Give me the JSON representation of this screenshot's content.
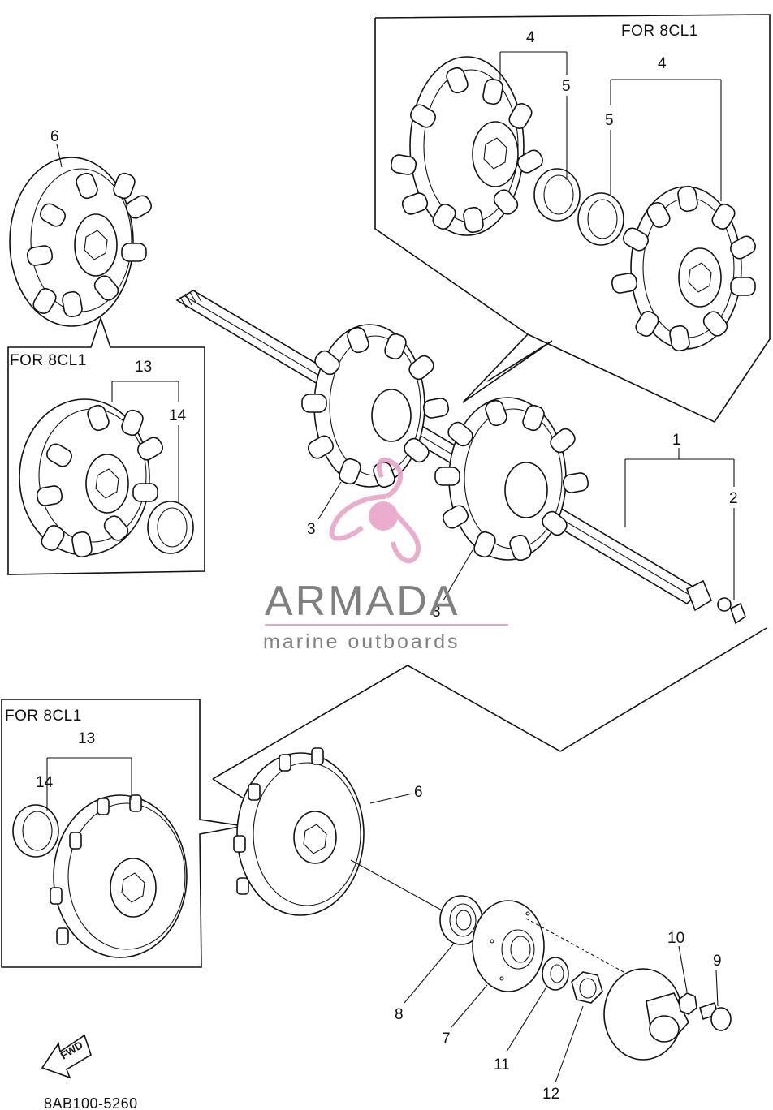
{
  "diagram": {
    "box_labels": {
      "top_right": "FOR 8CL1",
      "left_middle": "FOR 8CL1",
      "left_bottom": "FOR 8CL1"
    },
    "callouts": {
      "c1": "1",
      "c2": "2",
      "c3a": "3",
      "c3b": "3",
      "c4a": "4",
      "c5a": "5",
      "c4b": "4",
      "c5b": "5",
      "c6a": "6",
      "c6b": "6",
      "c7": "7",
      "c8": "8",
      "c9": "9",
      "c10": "10",
      "c11": "11",
      "c12": "12",
      "c13a": "13",
      "c14a": "14",
      "c13b": "13",
      "c14b": "14"
    },
    "fwd_label": "FWD",
    "part_code": "8AB100-5260"
  },
  "watermark": {
    "brand": "ARMADA",
    "tagline": "marine outboards",
    "accent_color": "#e8a5c8",
    "text_color": "#808080",
    "icon": "propeller-logo-icon"
  }
}
